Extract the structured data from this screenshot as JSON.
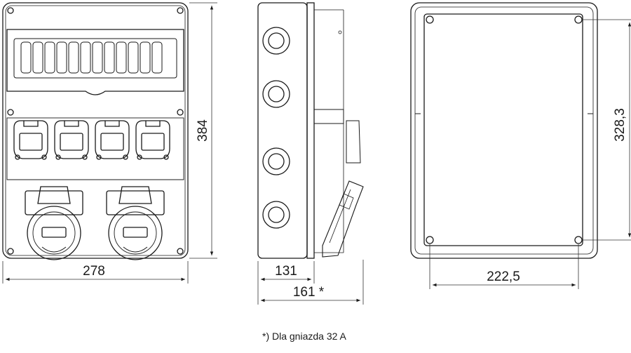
{
  "front_view": {
    "width_label": "278",
    "height_label": "384"
  },
  "side_view": {
    "depth_label": "131",
    "depth_with_socket_label": "161 *"
  },
  "back_view": {
    "width_label": "222,5",
    "height_label": "328,3"
  },
  "footnote": "*) Dla gniazda 32 A",
  "colors": {
    "stroke": "#1a1a1a",
    "line": "#333333"
  }
}
